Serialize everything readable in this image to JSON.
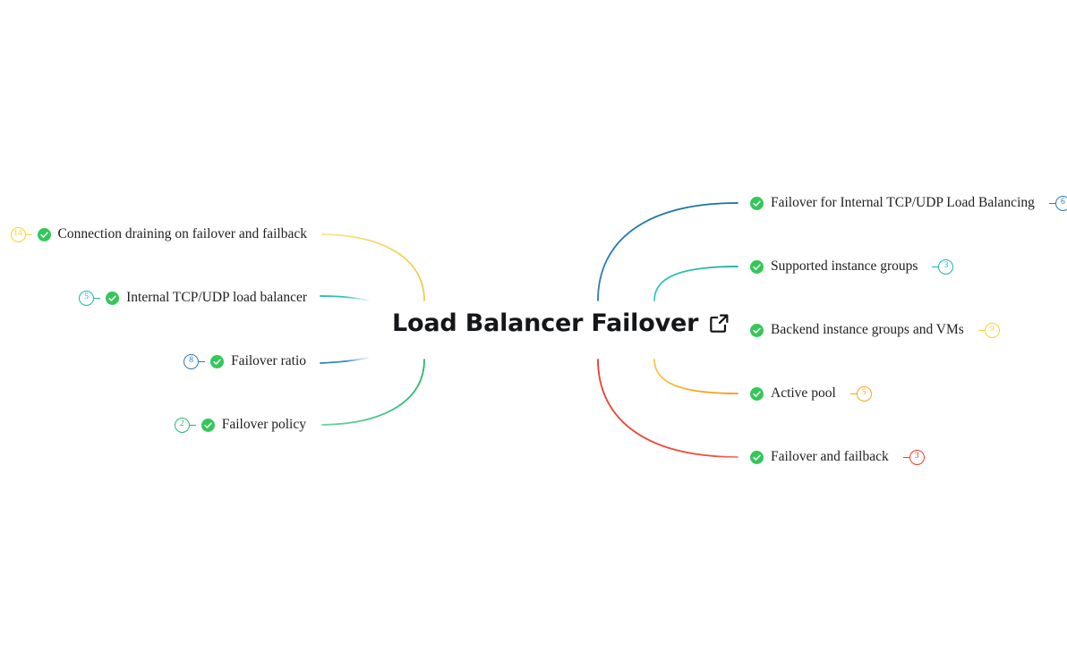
{
  "center": {
    "title": "Load Balancer Failover",
    "link_icon": "external-link-icon"
  },
  "theme": {
    "text": "#202124",
    "title": "#141619",
    "check_green": "#34c759",
    "background": "#ffffff"
  },
  "nodes_left": [
    {
      "label": "Connection draining on failover and failback",
      "badge": "14",
      "color": "#f9d423",
      "check": "check-circle-icon"
    },
    {
      "label": "Internal TCP/UDP load balancer",
      "badge": "5",
      "color": "#1bb5ad",
      "check": "check-circle-icon"
    },
    {
      "label": "Failover ratio",
      "badge": "8",
      "color": "#2b7bb9",
      "check": "check-circle-icon"
    },
    {
      "label": "Failover policy",
      "badge": "2",
      "color": "#2ab673",
      "check": "check-circle-icon"
    }
  ],
  "nodes_right": [
    {
      "label": "Failover for Internal TCP/UDP Load Balancing",
      "badge": "6",
      "color": "#2b7bb9",
      "check": "check-circle-icon"
    },
    {
      "label": "Supported instance groups",
      "badge": "3",
      "color": "#1bb5ad",
      "check": "check-circle-icon"
    },
    {
      "label": "Backend instance groups and VMs",
      "badge": "9",
      "color": "#f6e05e",
      "check": "check-circle-icon"
    },
    {
      "label": "Active pool",
      "badge": "5",
      "color": "#f5a623",
      "check": "check-circle-icon"
    },
    {
      "label": "Failover and failback",
      "badge": "3",
      "color": "#ef3b2d",
      "check": "check-circle-icon"
    }
  ]
}
